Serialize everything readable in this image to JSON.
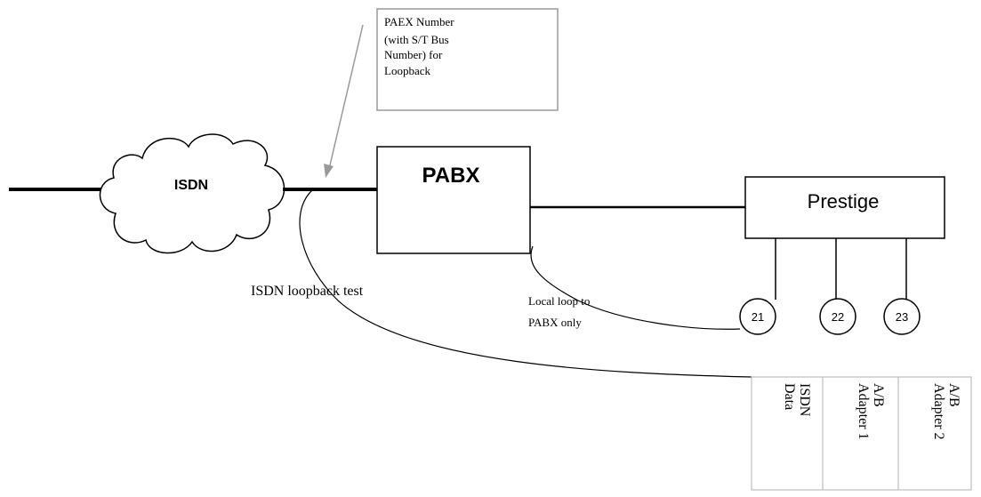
{
  "callout": {
    "lines": [
      "PAEX Number",
      "(with S/T Bus",
      "Number) for",
      "Loopback"
    ]
  },
  "network": {
    "cloud_label": "ISDN",
    "pabx_label": "PABX",
    "prestige_label": "Prestige"
  },
  "ports": [
    "21",
    "22",
    "23"
  ],
  "loop_labels": {
    "isdn_loopback": "ISDN loopback test",
    "local_loop_lines": [
      "Local loop to",
      "PABX only"
    ]
  },
  "adapters": [
    {
      "lines": [
        "ISDN",
        "Data"
      ]
    },
    {
      "lines": [
        "A/B",
        "Adapter 1"
      ]
    },
    {
      "lines": [
        "A/B",
        "Adapter 2"
      ]
    }
  ]
}
